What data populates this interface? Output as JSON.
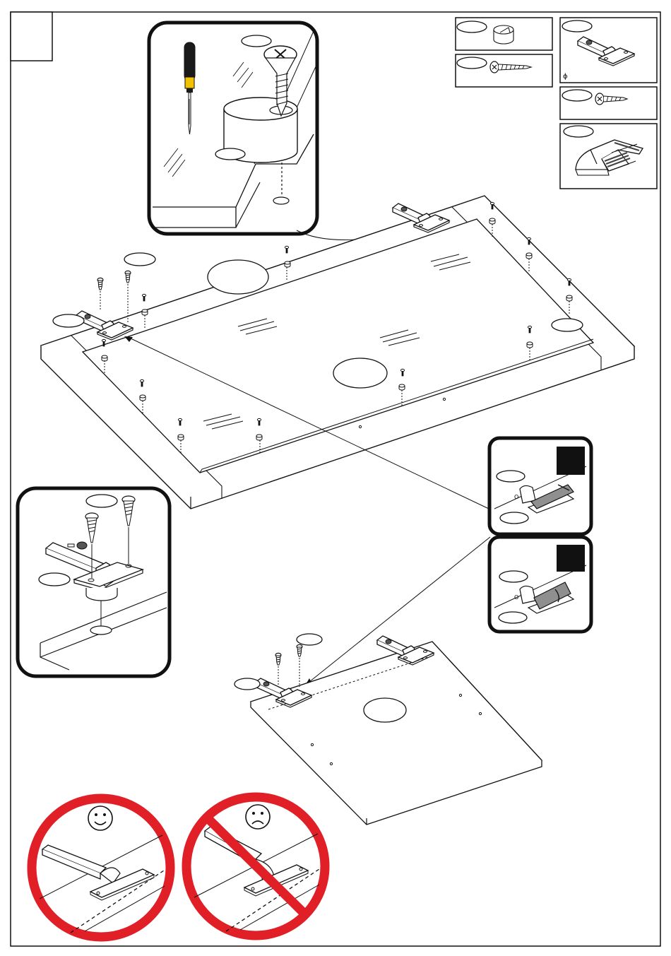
{
  "page": {
    "step_number": ""
  },
  "parts_legend": [
    {
      "id": "cam",
      "icon": "cam-fitting-icon",
      "callout": ""
    },
    {
      "id": "screw-long",
      "icon": "screw-icon",
      "callout": ""
    },
    {
      "id": "hinge",
      "icon": "hinge-icon",
      "callout": "",
      "mark": "ϕ"
    },
    {
      "id": "screw-short",
      "icon": "screw-icon",
      "callout": ""
    },
    {
      "id": "hinge-plate",
      "icon": "mounting-plate-icon",
      "callout": ""
    }
  ],
  "panels": {
    "correct_badge": "smiley-icon",
    "incorrect_badge": "frowny-icon"
  },
  "colors": {
    "line": "#111111",
    "prohibit_red": "#e01f27",
    "detail_frame": "#111111",
    "screwdriver_handle": "#1a1a1a",
    "screwdriver_band": "#f2c200",
    "hinge_grey": "#8f8f8f"
  }
}
